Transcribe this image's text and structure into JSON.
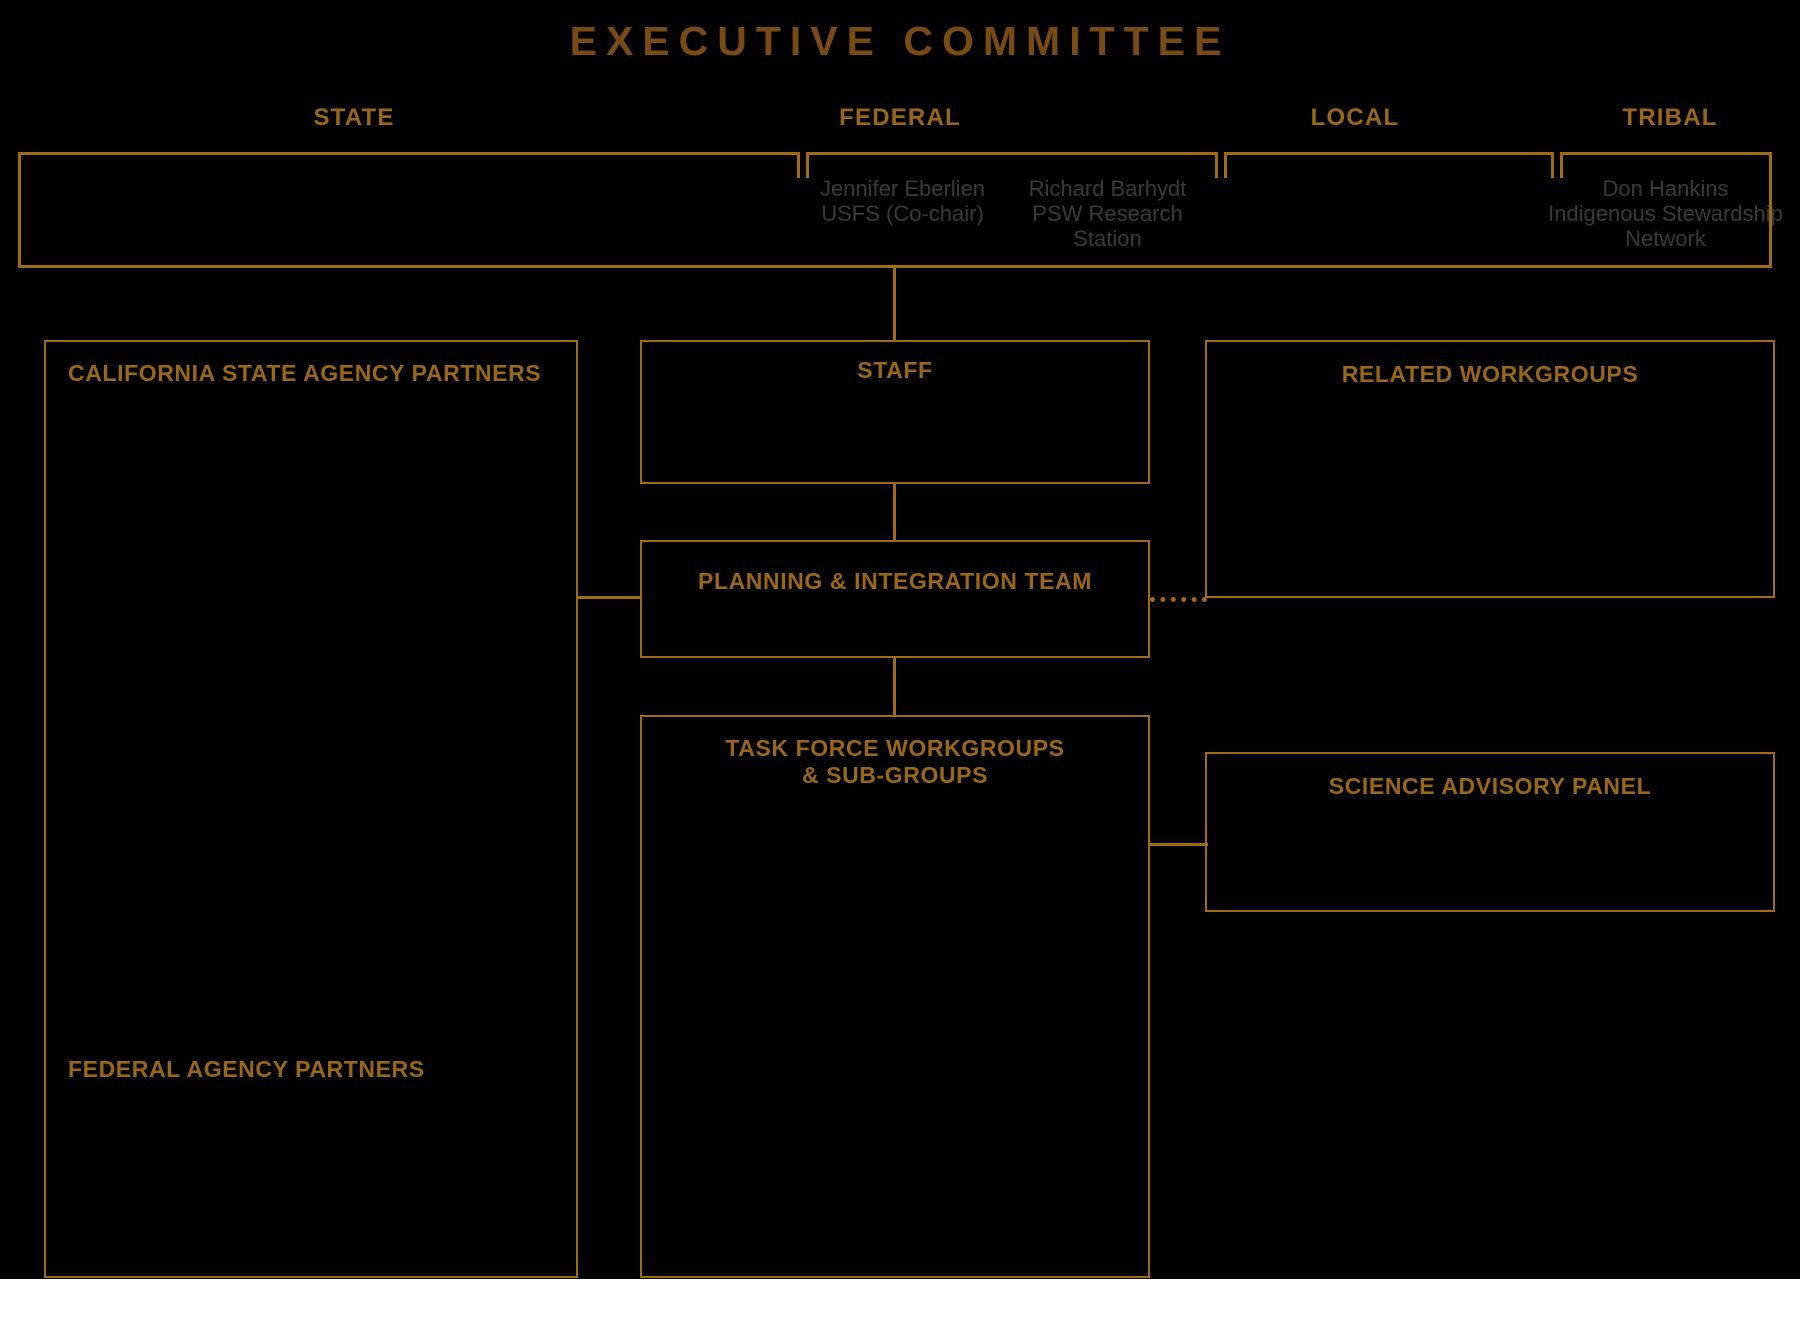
{
  "chart_data": {
    "type": "diagram",
    "diagram_kind": "organizational-chart",
    "title": "EXECUTIVE COMMITTEE",
    "colors": {
      "background": "#000000",
      "accent_gold": "#a06a18",
      "title_brown": "#7a4a14",
      "label_gold": "#9a6617",
      "person_text": "#3a3a3a"
    },
    "columns": [
      {
        "label": "STATE",
        "members": []
      },
      {
        "label": "FEDERAL",
        "members": [
          {
            "name": "Jennifer Eberlien",
            "org": "USFS",
            "role": "(Co-chair)"
          },
          {
            "name": "Richard Barhydt",
            "org": "PSW Research Station",
            "role": ""
          }
        ]
      },
      {
        "label": "LOCAL",
        "members": []
      },
      {
        "label": "TRIBAL",
        "members": [
          {
            "name": "Don Hankins",
            "org": "Indigenous Stewardship Network",
            "role": ""
          }
        ]
      }
    ],
    "nodes": [
      {
        "id": "california-state-agency-partners",
        "label": "CALIFORNIA STATE AGENCY PARTNERS"
      },
      {
        "id": "federal-agency-partners",
        "label": "FEDERAL AGENCY PARTNERS"
      },
      {
        "id": "staff",
        "label": "STAFF"
      },
      {
        "id": "planning-integration-team",
        "label": "PLANNING & INTEGRATION TEAM"
      },
      {
        "id": "task-force-workgroups",
        "label": "TASK FORCE WORKGROUPS\n& SUB-GROUPS"
      },
      {
        "id": "related-workgroups",
        "label": "RELATED WORKGROUPS"
      },
      {
        "id": "science-advisory-panel",
        "label": "SCIENCE ADVISORY PANEL"
      }
    ],
    "edges": [
      {
        "from": "executive-committee",
        "to": "staff",
        "style": "solid"
      },
      {
        "from": "staff",
        "to": "planning-integration-team",
        "style": "solid"
      },
      {
        "from": "planning-integration-team",
        "to": "task-force-workgroups",
        "style": "solid"
      },
      {
        "from": "planning-integration-team",
        "to": "related-workgroups",
        "style": "dotted"
      },
      {
        "from": "agency-partners-column",
        "to": "planning-integration-team",
        "style": "solid"
      },
      {
        "from": "task-force-workgroups",
        "to": "science-advisory-panel",
        "style": "solid"
      }
    ]
  },
  "header": {
    "title": "EXECUTIVE COMMITTEE",
    "columns": {
      "state": "STATE",
      "federal": "FEDERAL",
      "local": "LOCAL",
      "tribal": "TRIBAL"
    },
    "people": {
      "eberlien": "Jennifer Eberlien\nUSFS\n(Co-chair)",
      "barhydt": "Richard Barhydt\nPSW Research\nStation",
      "hankins": "Don Hankins\nIndigenous\nStewardship Network"
    }
  },
  "boxes": {
    "ca_state_agency_partners": "CALIFORNIA STATE AGENCY PARTNERS",
    "federal_agency_partners": "FEDERAL AGENCY PARTNERS",
    "staff": "STAFF",
    "planning_integration_team": "PLANNING & INTEGRATION TEAM",
    "task_force_workgroups": "TASK FORCE WORKGROUPS\n& SUB-GROUPS",
    "related_workgroups": "RELATED WORKGROUPS",
    "science_advisory_panel": "SCIENCE ADVISORY PANEL"
  }
}
